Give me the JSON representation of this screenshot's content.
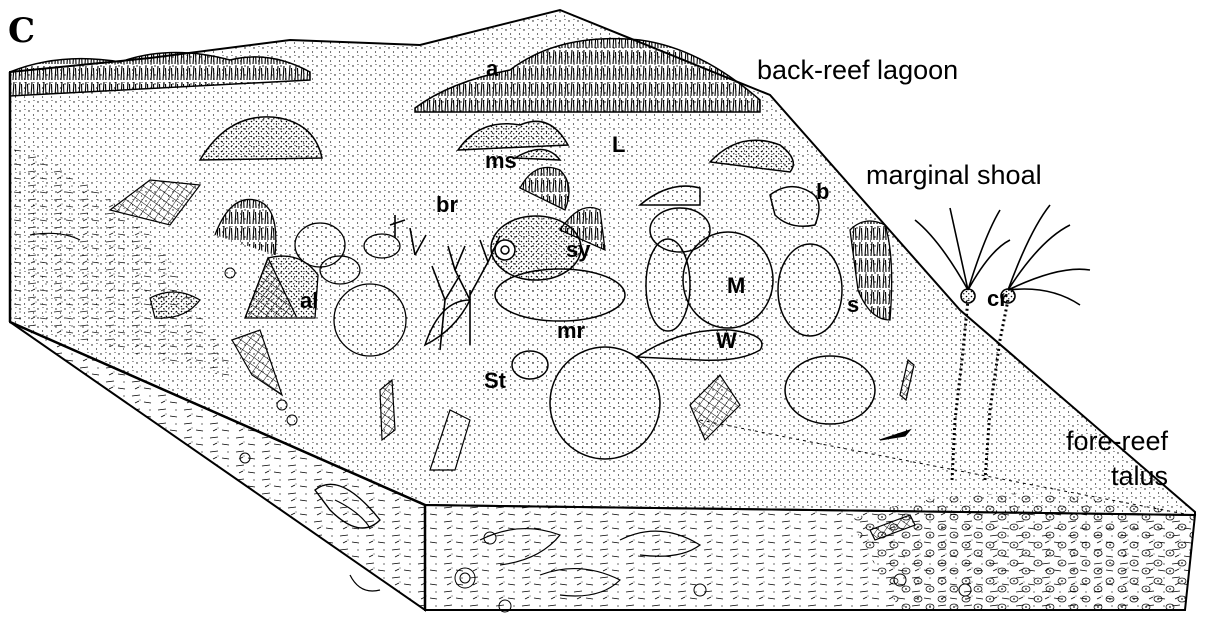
{
  "panel_letter": "C",
  "zones": {
    "back_reef": "back-reef lagoon",
    "marginal": "marginal shoal",
    "fore_reef": "fore-reef\ntalus"
  },
  "fossil_labels": {
    "a": "a",
    "L": "L",
    "ms": "ms",
    "b": "b",
    "br": "br",
    "sy": "sy",
    "al": "al",
    "M": "M",
    "s": "s",
    "cr": "cr",
    "mr": "mr",
    "W": "W",
    "St": "St"
  },
  "colors": {
    "ink": "#000000",
    "paper": "#ffffff"
  }
}
